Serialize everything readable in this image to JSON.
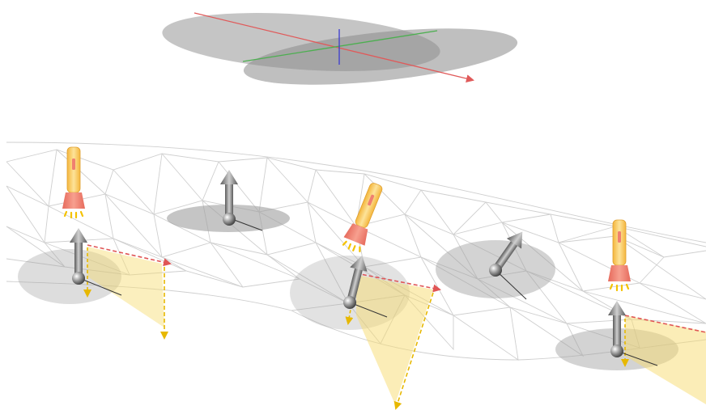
{
  "colors": {
    "background": "#ffffff",
    "mesh_line": "#cfcfcf",
    "disc_fill": "#9e9e9e",
    "axis_x": "#e05a5a",
    "axis_y": "#4caf50",
    "axis_z": "#3a3ad0",
    "cone_fill": "#f7dc6f",
    "cone_stroke": "#e7b800",
    "dashed_red": "#e05555",
    "flashlight_body": "#f8c94a",
    "flashlight_head": "#f08070",
    "normal_arrow": "#6e6e6e"
  },
  "icons": {
    "reference_frame": "coordinate-axes-ellipse",
    "light": "flashlight-icon",
    "normal": "surface-normal-arrow-icon",
    "sample_point": "sphere-icon"
  },
  "scene": {
    "surface": "triangle-mesh-wireframe",
    "samples": [
      {
        "id": "sample-1",
        "has_light": true,
        "has_cone": true
      },
      {
        "id": "sample-2",
        "has_light": false,
        "has_cone": false
      },
      {
        "id": "sample-3",
        "has_light": true,
        "has_cone": true
      },
      {
        "id": "sample-4",
        "has_light": false,
        "has_cone": false
      },
      {
        "id": "sample-5",
        "has_light": true,
        "has_cone": true
      }
    ]
  }
}
